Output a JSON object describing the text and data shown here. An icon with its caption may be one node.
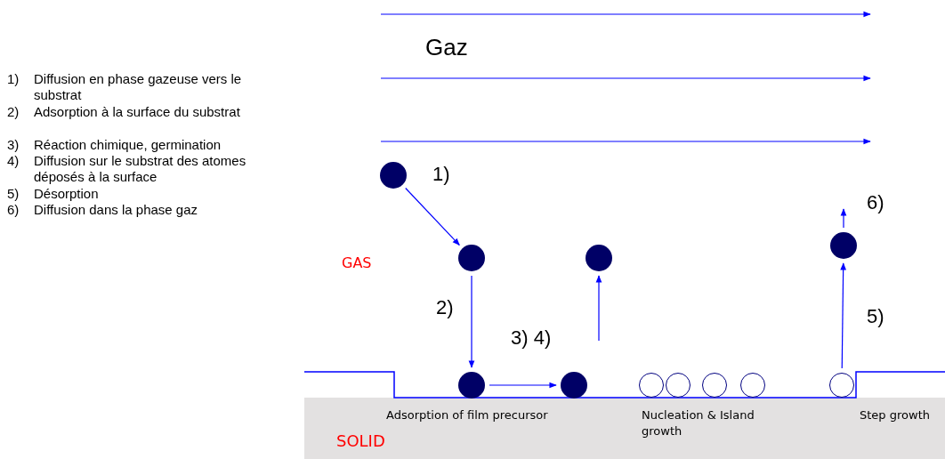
{
  "diagram": {
    "nodes": [
      {
        "text": [],
        "shape": "circle"
      },
      {
        "text": [],
        "shape": "circle"
      },
      {
        "text": [],
        "shape": "circle"
      },
      {
        "text": [],
        "shape": "circle"
      },
      {
        "text": [],
        "shape": "circle"
      },
      {
        "text": [],
        "shape": "circle"
      },
      {
        "text": [],
        "shape": "circle"
      },
      {
        "text": [],
        "shape": "circle"
      },
      {
        "text": [],
        "shape": "circle"
      },
      {
        "text": [],
        "shape": "circle"
      },
      {
        "text": [],
        "shape": "circle"
      }
    ],
    "edges": [
      {
        "from": 0,
        "to": 1,
        "arrow": "to",
        "label": "1)"
      },
      {
        "from": 1,
        "to": 2,
        "arrow": "to",
        "label": "2)"
      },
      {
        "from": 2,
        "to": 3,
        "arrow": "to"
      },
      {
        "from": null,
        "to": 4,
        "arrow": "to"
      },
      {
        "from": 9,
        "to": 10,
        "arrow": "to",
        "label": "5)"
      },
      {
        "from": 10,
        "to": null,
        "arrow": "to",
        "label": "6)"
      }
    ],
    "labels": [
      "Gaz",
      "1) Diffusion en phase gazeuse vers le substrat",
      "2) Adsorption à la surface du substrat",
      "3) Réaction chimique, germination",
      "4) Diffusion sur le substrat des atomes déposés à la surface",
      "5) Désorption",
      "6) Diffusion dans la phase gaz",
      "GAS",
      "3) 4)",
      "Adsorption of film precursor",
      "Nucleation & Island growth",
      "Step growth",
      "SOLID"
    ]
  }
}
